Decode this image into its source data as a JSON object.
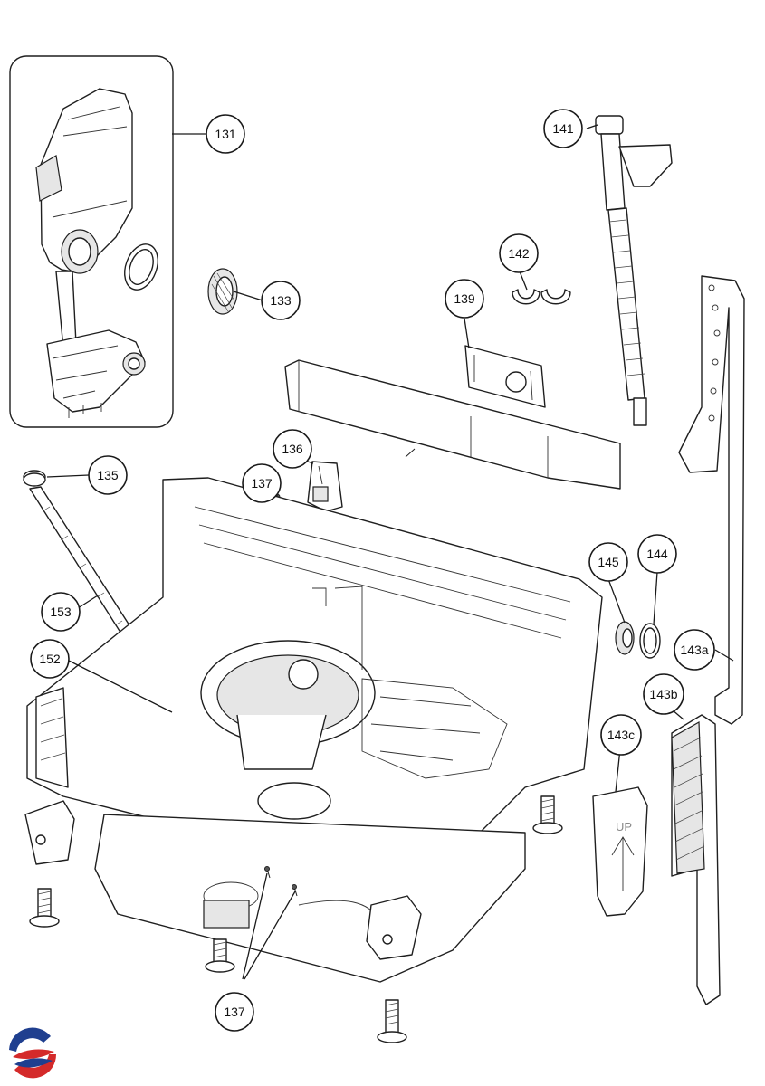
{
  "diagram": {
    "callouts": {
      "c131": "131",
      "c133": "133",
      "c135": "135",
      "c136": "136",
      "c137a": "137",
      "c137b": "137",
      "c139": "139",
      "c141": "141",
      "c142": "142",
      "c143a": "143a",
      "c143b": "143b",
      "c143c": "143c",
      "c144": "144",
      "c145": "145",
      "c152": "152",
      "c153": "153"
    },
    "part_markings": {
      "up_label": "UP"
    },
    "logo": {
      "colors": [
        "#1f3f8f",
        "#d42a2a"
      ]
    }
  }
}
